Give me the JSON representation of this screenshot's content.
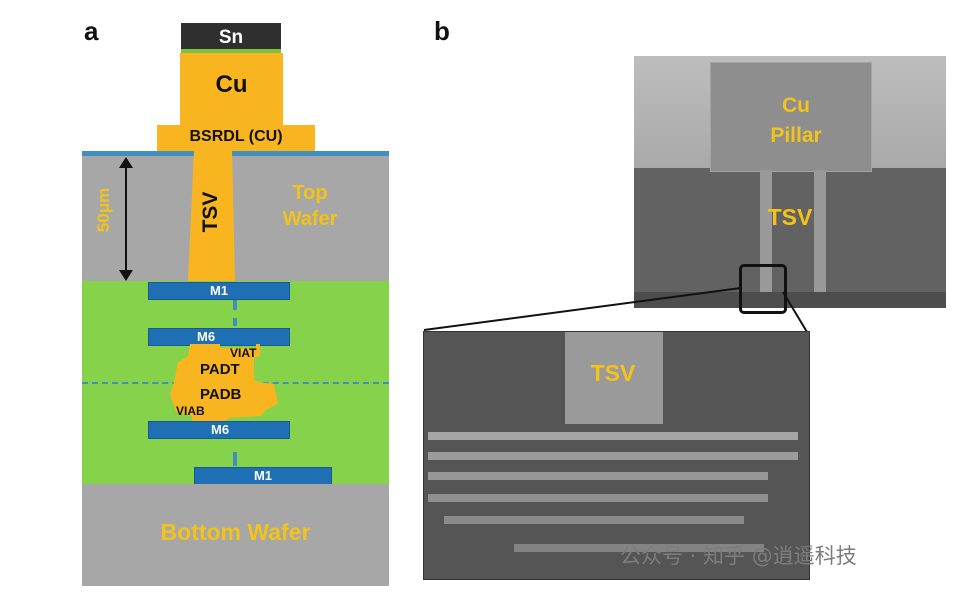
{
  "panel_a": {
    "letter": "a",
    "sn": "Sn",
    "cu": "Cu",
    "bsrdl": "BSRDL (CU)",
    "tsv": "TSV",
    "dimension": "50μm",
    "top_wafer_line1": "Top",
    "top_wafer_line2": "Wafer",
    "m1_top": "M1",
    "m6_top": "M6",
    "viat": "VIAT",
    "padt": "PADT",
    "padb": "PADB",
    "viab": "VIAB",
    "m6_bottom": "M6",
    "m1_bottom": "M1",
    "bottom_wafer": "Bottom Wafer"
  },
  "panel_b": {
    "letter": "b",
    "cu_pillar_line1": "Cu",
    "cu_pillar_line2": "Pillar",
    "tsv_top": "TSV",
    "tsv_zoom": "TSV"
  },
  "watermark": {
    "text": "公众号 · 知乎 @逍遥科技"
  },
  "colors": {
    "gray_wafer": "#a7a7a7",
    "green_bond": "#86d24a",
    "copper_yellow": "#f8b51f",
    "metal_blue": "#1f6fb5",
    "label_yellow": "#f2c31a"
  }
}
